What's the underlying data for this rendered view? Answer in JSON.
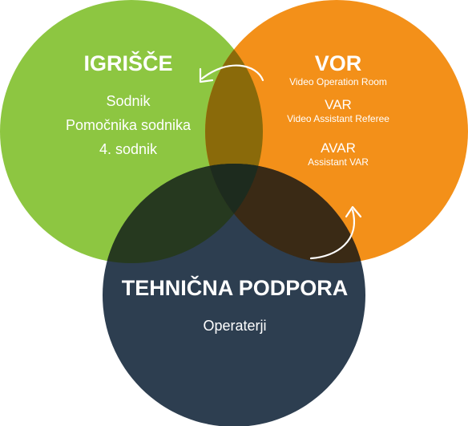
{
  "circles": {
    "igrisce": {
      "title": "IGRIŠČE",
      "items": [
        "Sodnik",
        "Pomočnika sodnika",
        "4. sodnik"
      ],
      "color": "#8dc641"
    },
    "vor": {
      "title": "VOR",
      "subtitle": "Video Operation Room",
      "items": [
        {
          "label": "VAR",
          "sub": "Video Assistant Referee"
        },
        {
          "label": "AVAR",
          "sub": "Assistant VAR"
        }
      ],
      "color": "#f39019"
    },
    "tehnicna": {
      "title": "TEHNIČNA PODPORA",
      "items": [
        "Operaterji"
      ],
      "color": "#2d3e50"
    }
  },
  "overlap_colors": {
    "green_orange": "#8a6a0a",
    "green_navy": "#26391f",
    "orange_navy": "#3a2a15",
    "center": "#1d2b1e"
  },
  "arrow_icons": [
    "curved-arrow-icon",
    "curved-arrow-icon"
  ]
}
